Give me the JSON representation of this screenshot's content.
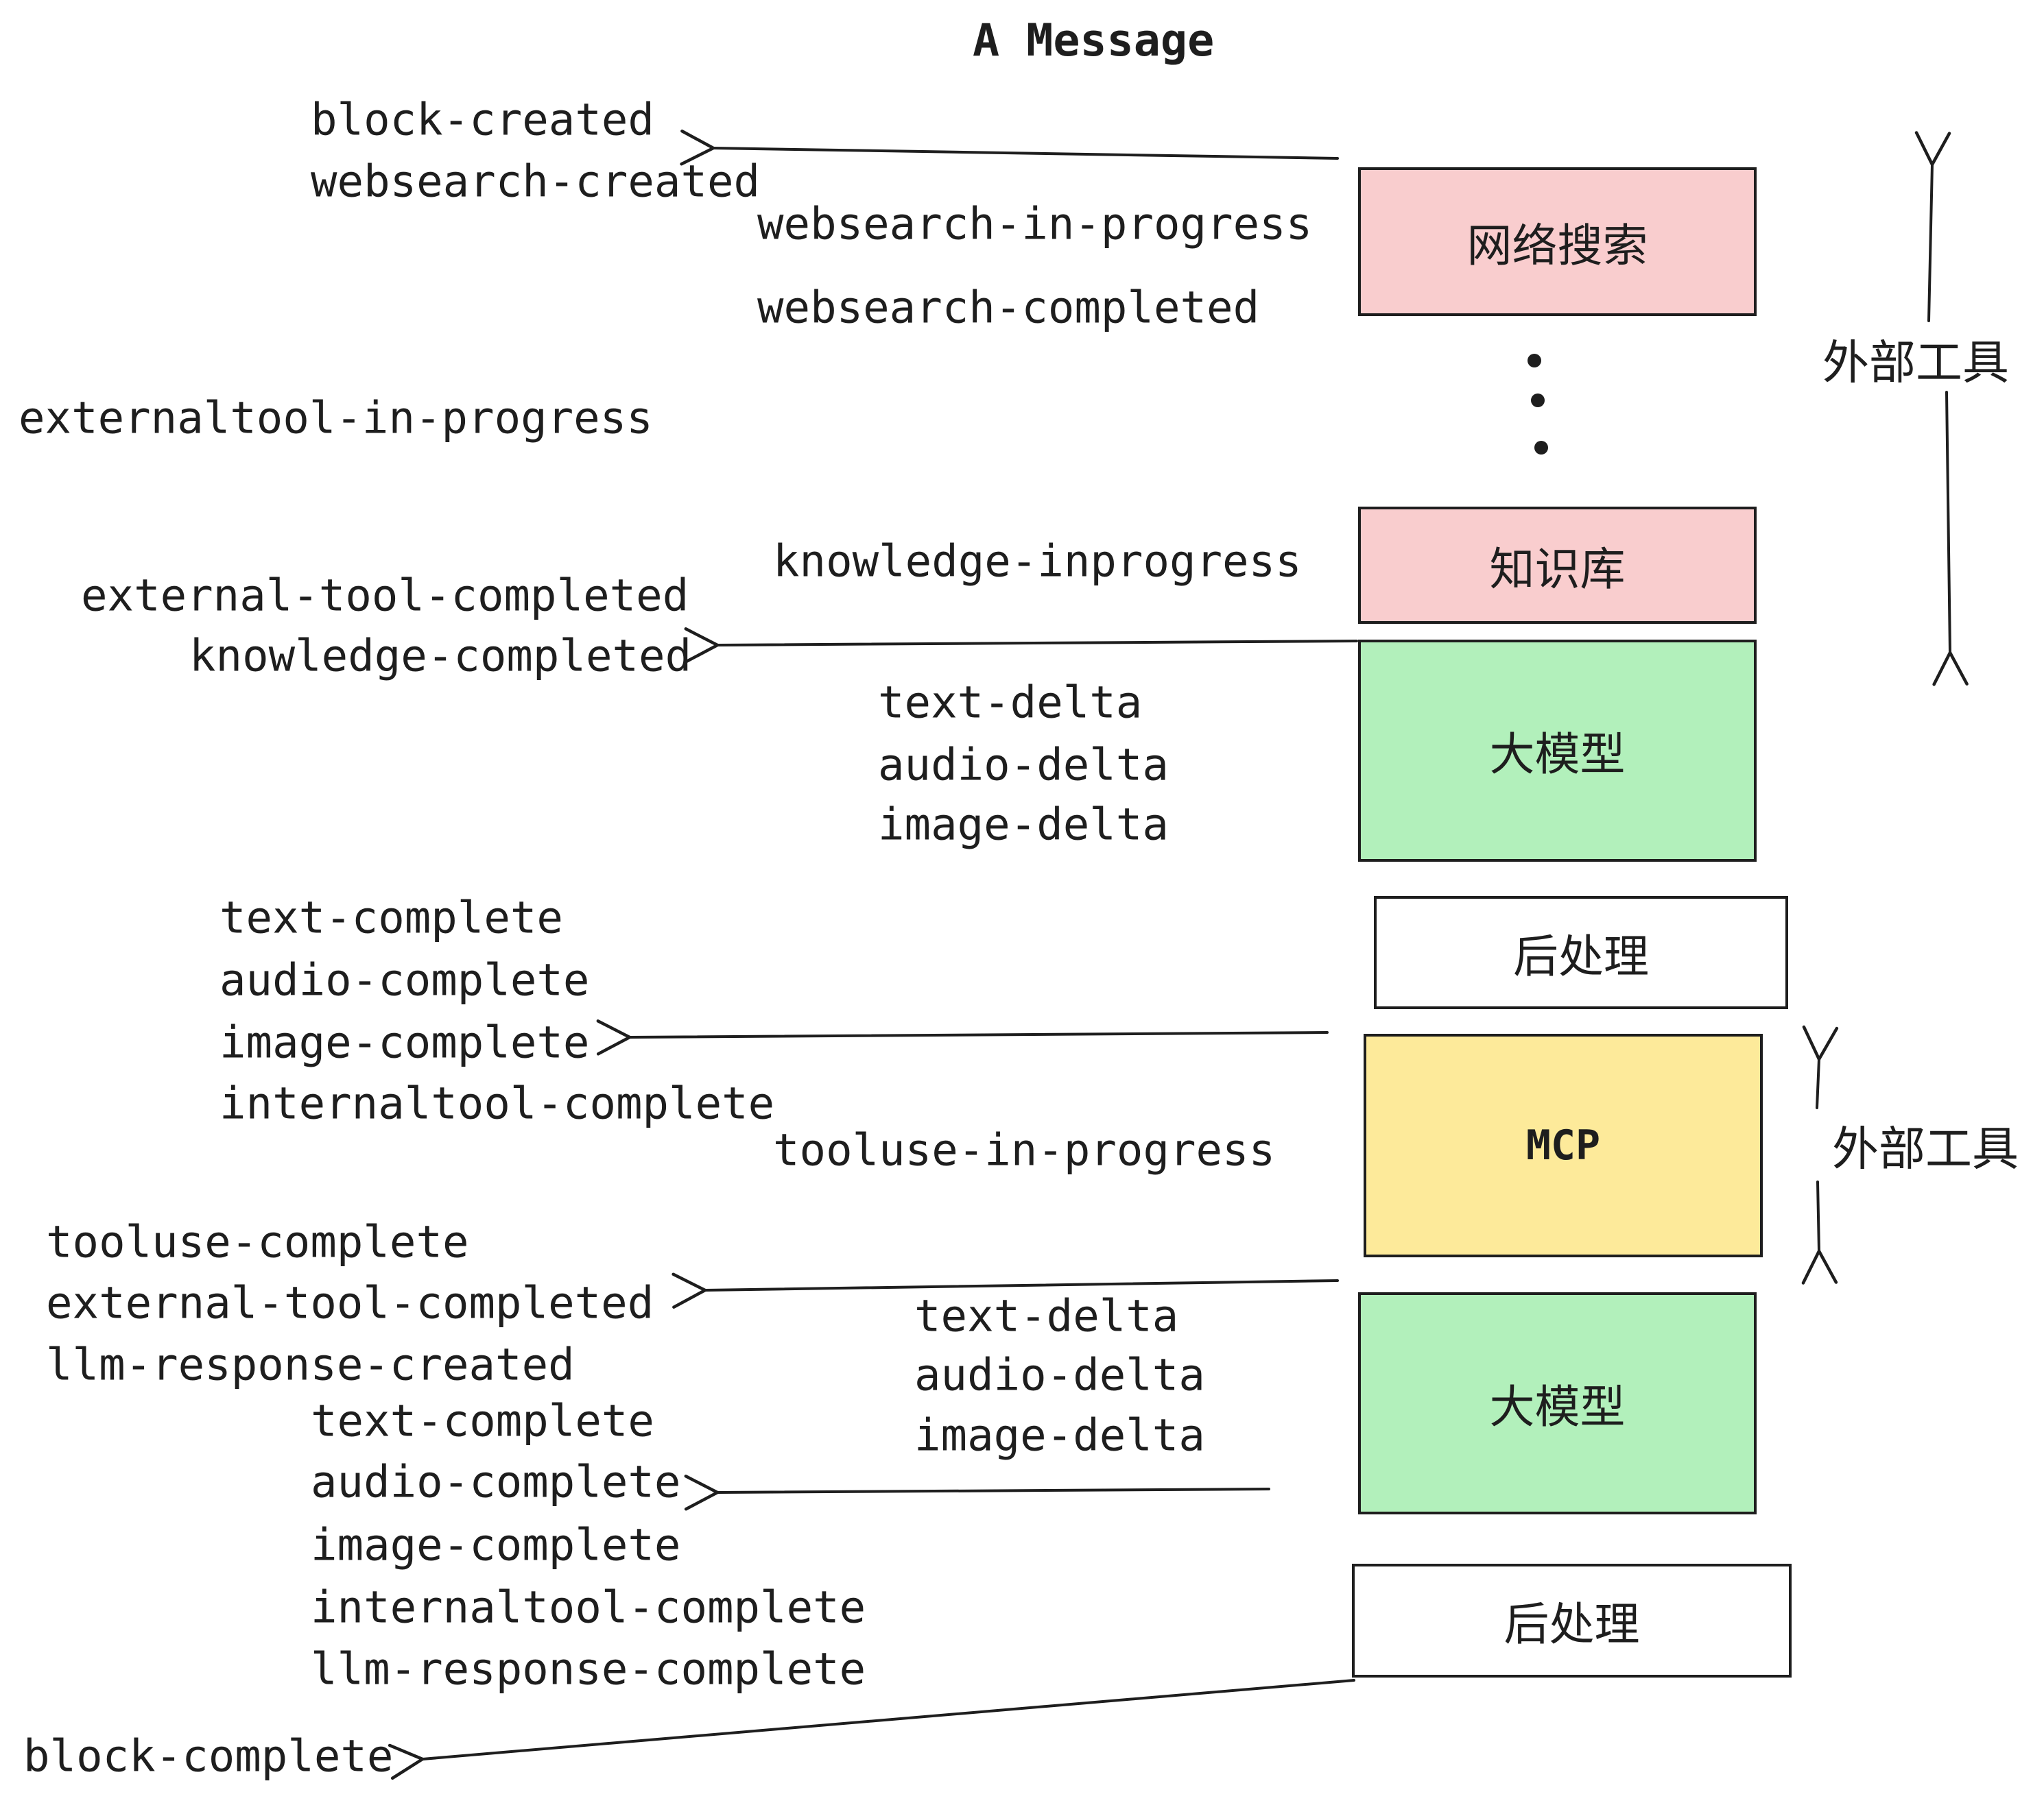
{
  "title": "A Message",
  "colors": {
    "ink": "#1e1e1e",
    "pink": "#f9cdce",
    "green": "#b2f0bb",
    "yellow": "#fdea9a",
    "white": "#ffffff"
  },
  "boxes": [
    {
      "id": "websearch",
      "label": "网络搜索",
      "fill": "pink"
    },
    {
      "id": "knowledge",
      "label": "知识库",
      "fill": "pink"
    },
    {
      "id": "llm-1",
      "label": "大模型",
      "fill": "green"
    },
    {
      "id": "postprocess-1",
      "label": "后处理",
      "fill": "white"
    },
    {
      "id": "mcp",
      "label": "MCP",
      "fill": "yellow"
    },
    {
      "id": "llm-2",
      "label": "大模型",
      "fill": "green"
    },
    {
      "id": "postprocess-2",
      "label": "后处理",
      "fill": "white"
    }
  ],
  "events": [
    {
      "id": "block-created",
      "label": "block-created"
    },
    {
      "id": "websearch-created",
      "label": "websearch-created"
    },
    {
      "id": "websearch-in-progress",
      "label": "websearch-in-progress"
    },
    {
      "id": "websearch-completed",
      "label": "websearch-completed"
    },
    {
      "id": "externaltool-in-progress",
      "label": "externaltool-in-progress"
    },
    {
      "id": "knowledge-inprogress",
      "label": "knowledge-inprogress"
    },
    {
      "id": "external-tool-completed",
      "label": "external-tool-completed"
    },
    {
      "id": "knowledge-completed",
      "label": "knowledge-completed"
    },
    {
      "id": "text-delta-1",
      "label": "text-delta"
    },
    {
      "id": "audio-delta-1",
      "label": "audio-delta"
    },
    {
      "id": "image-delta-1",
      "label": "image-delta"
    },
    {
      "id": "text-complete-1",
      "label": "text-complete"
    },
    {
      "id": "audio-complete-1",
      "label": "audio-complete"
    },
    {
      "id": "image-complete-1",
      "label": "image-complete"
    },
    {
      "id": "internaltool-complete-1",
      "label": "internaltool-complete"
    },
    {
      "id": "tooluse-in-progress",
      "label": "tooluse-in-progress"
    },
    {
      "id": "tooluse-complete",
      "label": "tooluse-complete"
    },
    {
      "id": "external-tool-completed-2",
      "label": "external-tool-completed"
    },
    {
      "id": "llm-response-created",
      "label": "llm-response-created"
    },
    {
      "id": "text-delta-2",
      "label": "text-delta"
    },
    {
      "id": "audio-delta-2",
      "label": "audio-delta"
    },
    {
      "id": "image-delta-2",
      "label": "image-delta"
    },
    {
      "id": "text-complete-2",
      "label": "text-complete"
    },
    {
      "id": "audio-complete-2",
      "label": "audio-complete"
    },
    {
      "id": "image-complete-2",
      "label": "image-complete"
    },
    {
      "id": "internaltool-complete-2",
      "label": "internaltool-complete"
    },
    {
      "id": "llm-response-complete",
      "label": "llm-response-complete"
    },
    {
      "id": "block-complete",
      "label": "block-complete"
    }
  ],
  "side_labels": {
    "external_tools_top": "外部工具",
    "external_tools_mcp": "外部工具"
  }
}
